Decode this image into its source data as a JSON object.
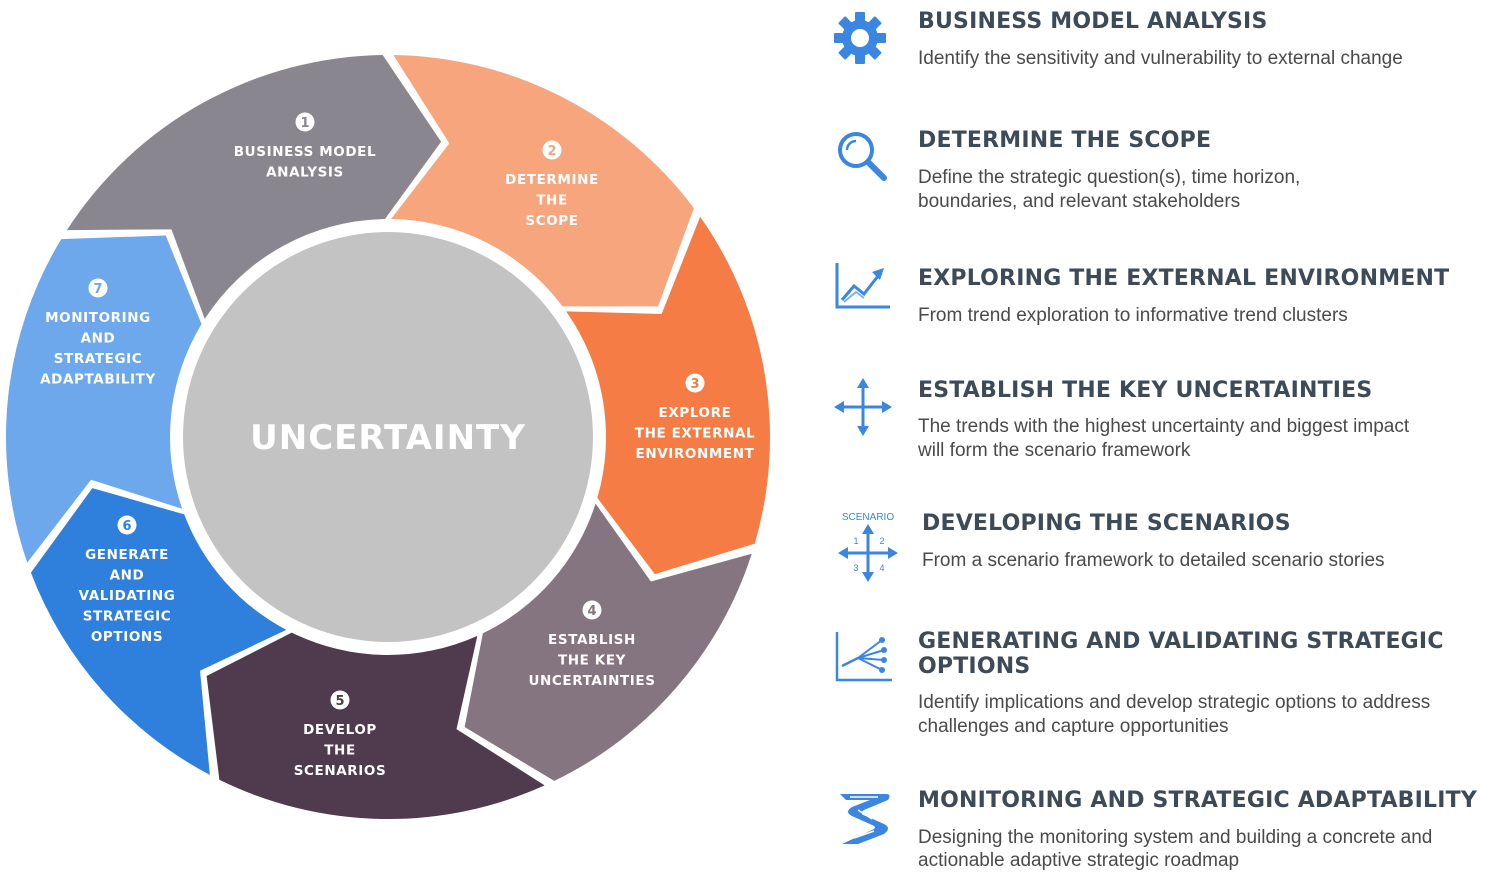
{
  "center": {
    "label": "UNCERTAINTY"
  },
  "colors": {
    "seg1": "#8a8690",
    "seg2": "#f7a57d",
    "seg3": "#f57d45",
    "seg4": "#857580",
    "seg5": "#4f3a4e",
    "seg6": "#2f7fdc",
    "seg7": "#6da8ec",
    "center": "#c3c3c3",
    "icon": "#3a86e0",
    "title": "#3d4a57"
  },
  "segments": [
    {
      "number": "1",
      "lines": [
        "BUSINESS MODEL",
        "ANALYSIS"
      ]
    },
    {
      "number": "2",
      "lines": [
        "DETERMINE",
        "THE",
        "SCOPE"
      ]
    },
    {
      "number": "3",
      "lines": [
        "EXPLORE",
        "THE EXTERNAL",
        "ENVIRONMENT"
      ]
    },
    {
      "number": "4",
      "lines": [
        "ESTABLISH",
        "THE KEY",
        "UNCERTAINTIES"
      ]
    },
    {
      "number": "5",
      "lines": [
        "DEVELOP",
        "THE",
        "SCENARIOS"
      ]
    },
    {
      "number": "6",
      "lines": [
        "GENERATE",
        "AND",
        "VALIDATING",
        "STRATEGIC",
        "OPTIONS"
      ]
    },
    {
      "number": "7",
      "lines": [
        "MONITORING",
        "AND",
        "STRATEGIC",
        "ADAPTABILITY"
      ]
    }
  ],
  "steps": [
    {
      "icon": "gear-icon",
      "title": "BUSINESS MODEL ANALYSIS",
      "desc": "Identify the sensitivity and vulnerability to  external change"
    },
    {
      "icon": "magnifier-icon",
      "title": "DETERMINE THE SCOPE",
      "desc": "Define the strategic question(s), time horizon, boundaries, and relevant stakeholders"
    },
    {
      "icon": "trend-chart-icon",
      "title": "EXPLORING THE EXTERNAL ENVIRONMENT",
      "desc": "From trend exploration to informative trend clusters"
    },
    {
      "icon": "four-arrows-icon",
      "title": "ESTABLISH THE KEY UNCERTAINTIES",
      "desc": "The trends with the highest  uncertainty and biggest impact will form the scenario framework"
    },
    {
      "icon": "scenario-matrix-icon",
      "icon_label": "SCENARIO",
      "icon_numbers": [
        "1",
        "2",
        "3",
        "4"
      ],
      "title": "DEVELOPING  THE SCENARIOS",
      "desc": "From a scenario framework to detailed scenario  stories"
    },
    {
      "icon": "branching-options-icon",
      "title": "GENERATING AND VALIDATING STRATEGIC OPTIONS",
      "desc": "Identify implications and  develop strategic options to address challenges and capture opportunities"
    },
    {
      "icon": "winding-road-icon",
      "title": "MONITORING AND STRATEGIC ADAPTABILITY",
      "desc": "Designing the monitoring system and building a concrete and actionable adaptive strategic roadmap"
    }
  ]
}
